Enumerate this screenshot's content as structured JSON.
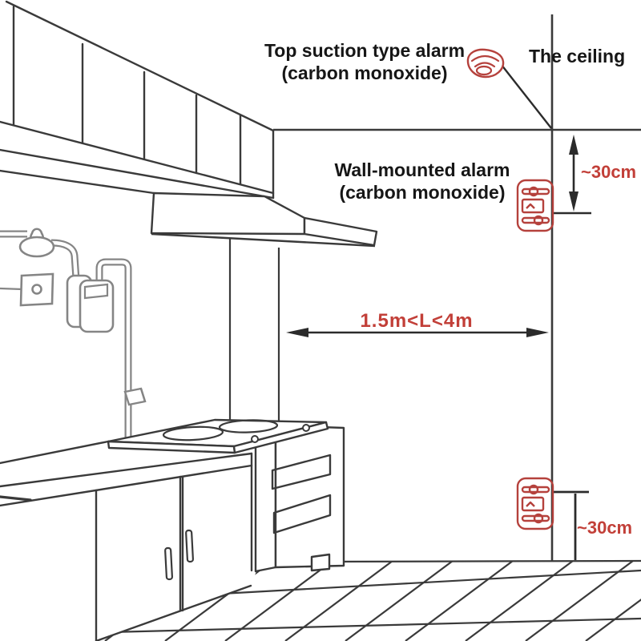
{
  "diagram": {
    "labels": {
      "top_alarm_line1": "Top suction type alarm",
      "top_alarm_line2": "(carbon monoxide)",
      "ceiling": "The ceiling",
      "wall_alarm_line1": "Wall-mounted alarm",
      "wall_alarm_line2": "(carbon monoxide)",
      "distance_range": "1.5m<L<4m",
      "clearance_top": "~30cm",
      "clearance_bottom": "~30cm"
    },
    "icons": {
      "ceiling_alarm": "ceiling-alarm-icon",
      "wall_alarm_upper": "wall-alarm-icon",
      "wall_alarm_lower": "wall-alarm-icon"
    },
    "colors": {
      "alarm_red": "#b5413c",
      "dimension_text_red": "#c23f38",
      "line_ink": "#3a3a3a",
      "pipe_gray": "#858585",
      "background": "#ffffff"
    }
  }
}
